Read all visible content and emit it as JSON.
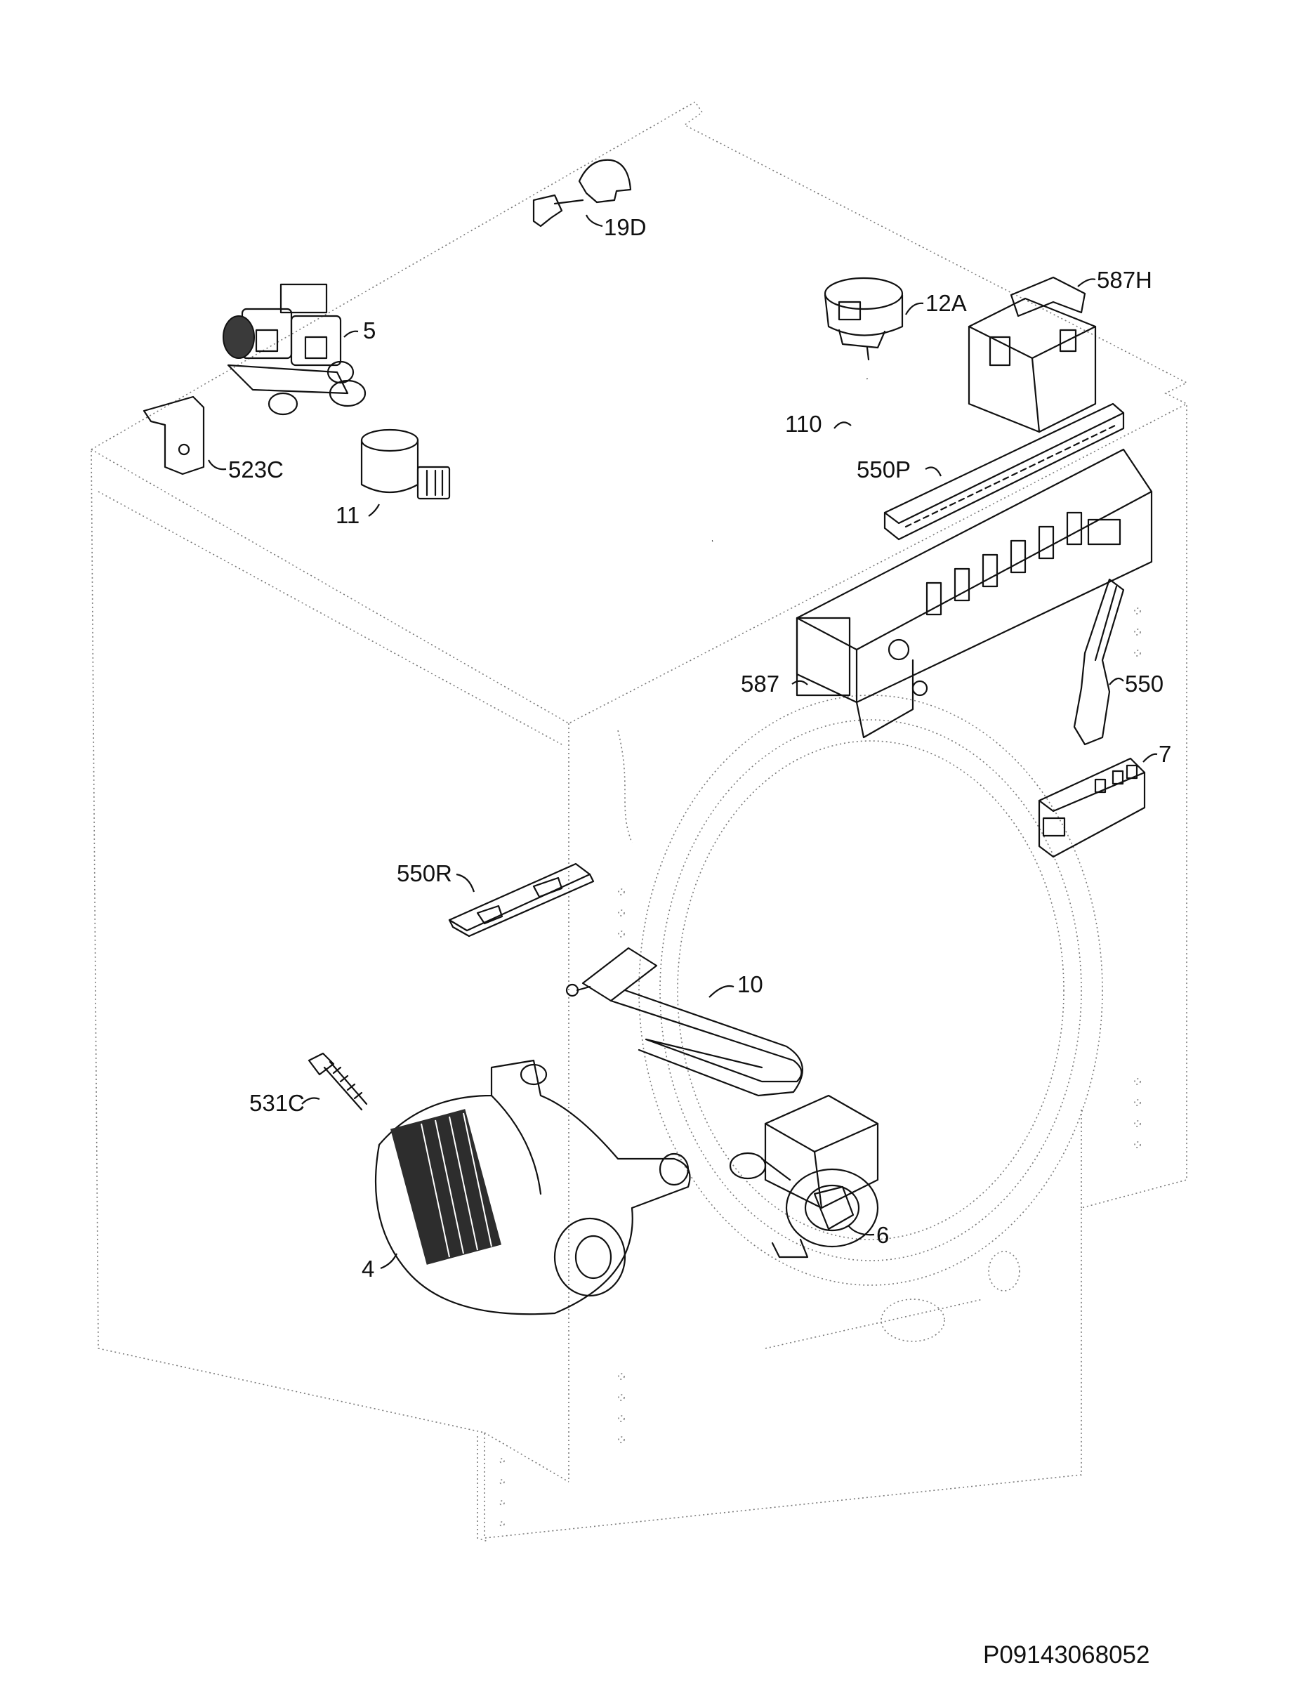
{
  "labels": {
    "p19D": "19D",
    "p5": "5",
    "p12A": "12A",
    "p587H": "587H",
    "p523C": "523C",
    "p110": "110",
    "p11": "11",
    "p550P": "550P",
    "p587": "587",
    "p550": "550",
    "p7": "7",
    "p550R": "550R",
    "p10": "10",
    "p531C": "531C",
    "p4": "4",
    "p6": "6"
  },
  "document_code": "P09143068052"
}
